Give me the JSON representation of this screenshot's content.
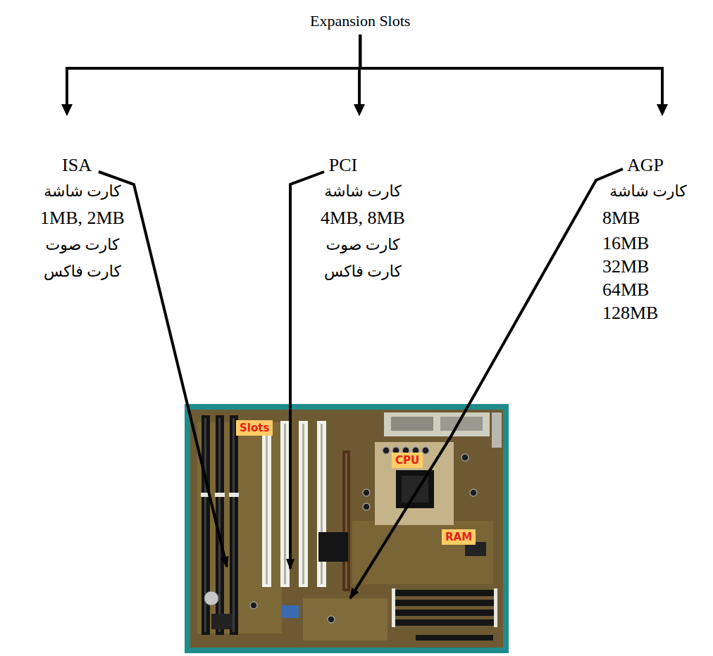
{
  "diagram": {
    "nodes": [
      {
        "text": [
          "Expansion Slots"
        ]
      },
      {
        "text": [
          "ISA",
          "كارت شاشة",
          "1MB, 2MB",
          "كارت صوت",
          "كارت فاكس"
        ]
      },
      {
        "text": [
          "PCI",
          "كارت شاشة",
          "4MB, 8MB",
          "كارت صوت",
          "كارت فاكس"
        ]
      },
      {
        "text": [
          "AGP",
          "كارت شاشة",
          "8MB",
          "16MB",
          "32MB",
          "64MB",
          "128MB"
        ]
      }
    ],
    "edges": [
      {
        "from": 0,
        "to": 1,
        "arrow": "to"
      },
      {
        "from": 0,
        "to": 2,
        "arrow": "to"
      },
      {
        "from": 0,
        "to": 3,
        "arrow": "to"
      }
    ],
    "labels": [
      "Slots",
      "CPU",
      "RAM"
    ]
  }
}
